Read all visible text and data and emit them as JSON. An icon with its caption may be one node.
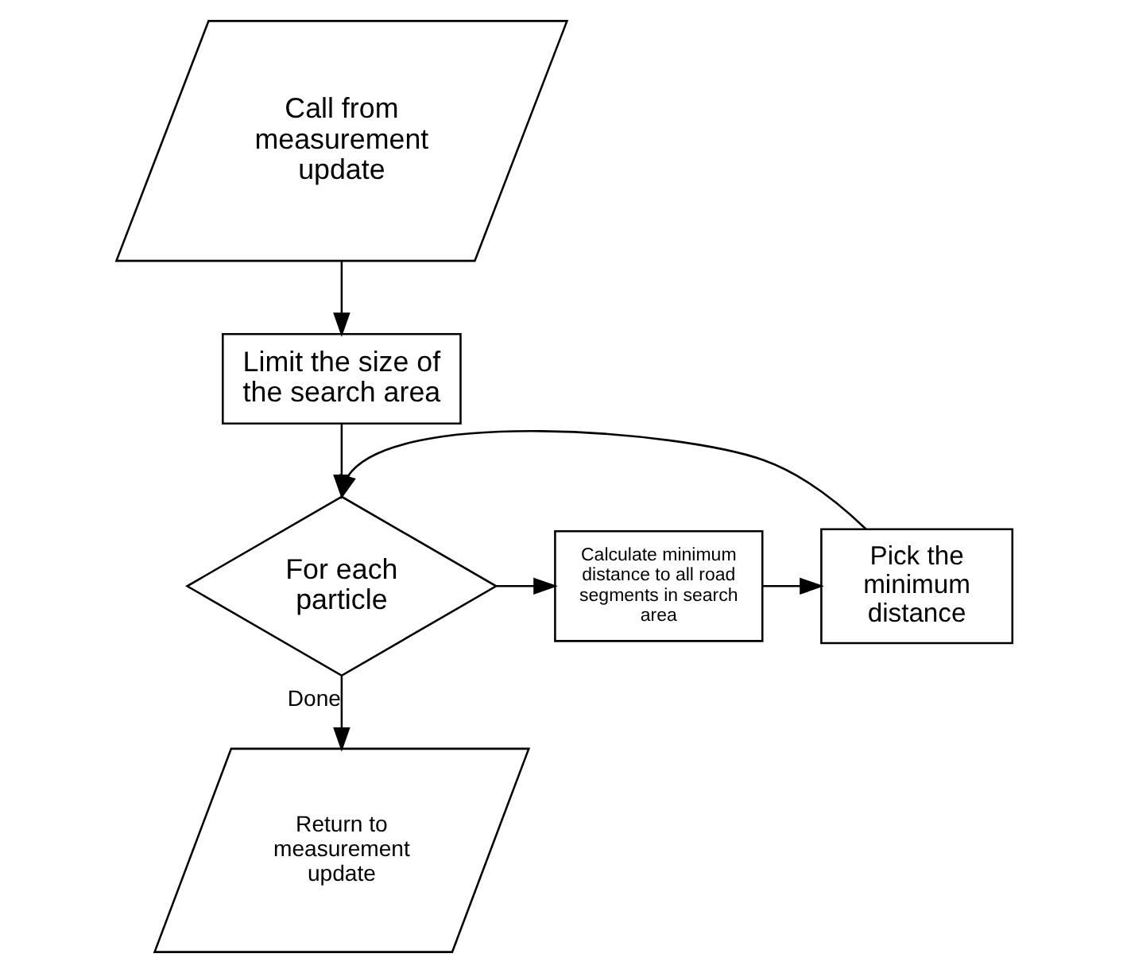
{
  "diagram": {
    "nodes": [
      {
        "text": [
          "Call from measurement update"
        ]
      },
      {
        "text": [
          "Limit the size of the search area"
        ]
      },
      {
        "text": [
          "For each particle"
        ]
      },
      {
        "text": [
          "Calculate minimum distance to all road segments in search area"
        ]
      },
      {
        "text": [
          "Pick the minimum distance"
        ]
      },
      {
        "text": [
          "Return to measurement update"
        ]
      }
    ],
    "edges": [
      {
        "from": 0,
        "to": 1,
        "arrow": "to"
      },
      {
        "from": 1,
        "to": 2,
        "arrow": "to"
      },
      {
        "from": 2,
        "to": 3,
        "arrow": "to"
      },
      {
        "from": 3,
        "to": 4,
        "arrow": "to"
      },
      {
        "from": 4,
        "to": 2,
        "arrow": "to"
      },
      {
        "from": 2,
        "to": 5,
        "label": "Done",
        "arrow": "to"
      }
    ]
  }
}
